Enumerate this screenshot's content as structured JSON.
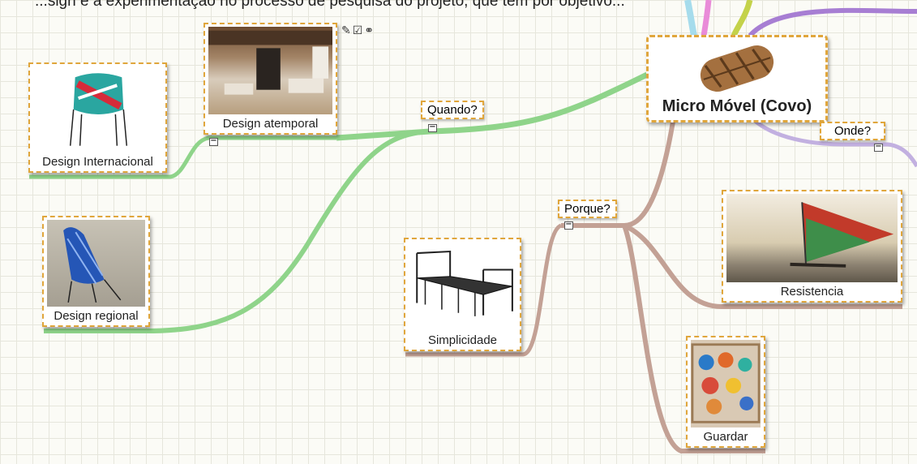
{
  "header": {
    "text": "...sign e a experimentação no processo de pesquisa do projeto, que tem por objetivo..."
  },
  "central_node": {
    "label": "Micro Móvel (Covo)"
  },
  "question_nodes": {
    "quando": "Quando?",
    "onde": "Onde?",
    "porque": "Porque?"
  },
  "image_nodes": {
    "design_internacional": "Design Internacional",
    "design_atemporal": "Design atemporal",
    "design_regional": "Design regional",
    "simplicidade": "Simplicidade",
    "resistencia": "Resistencia",
    "guardar": "Guardar"
  },
  "node_toolbar": {
    "attach_icon": "paperclip-icon",
    "edit_icon": "edit-icon",
    "link_icon": "link-icon"
  },
  "collapse_symbol": "−",
  "colors": {
    "green_branch": "#8fd48a",
    "brown_branch": "#c3a195",
    "purple_branch": "#b79bd6",
    "node_border": "#e0a63c"
  }
}
